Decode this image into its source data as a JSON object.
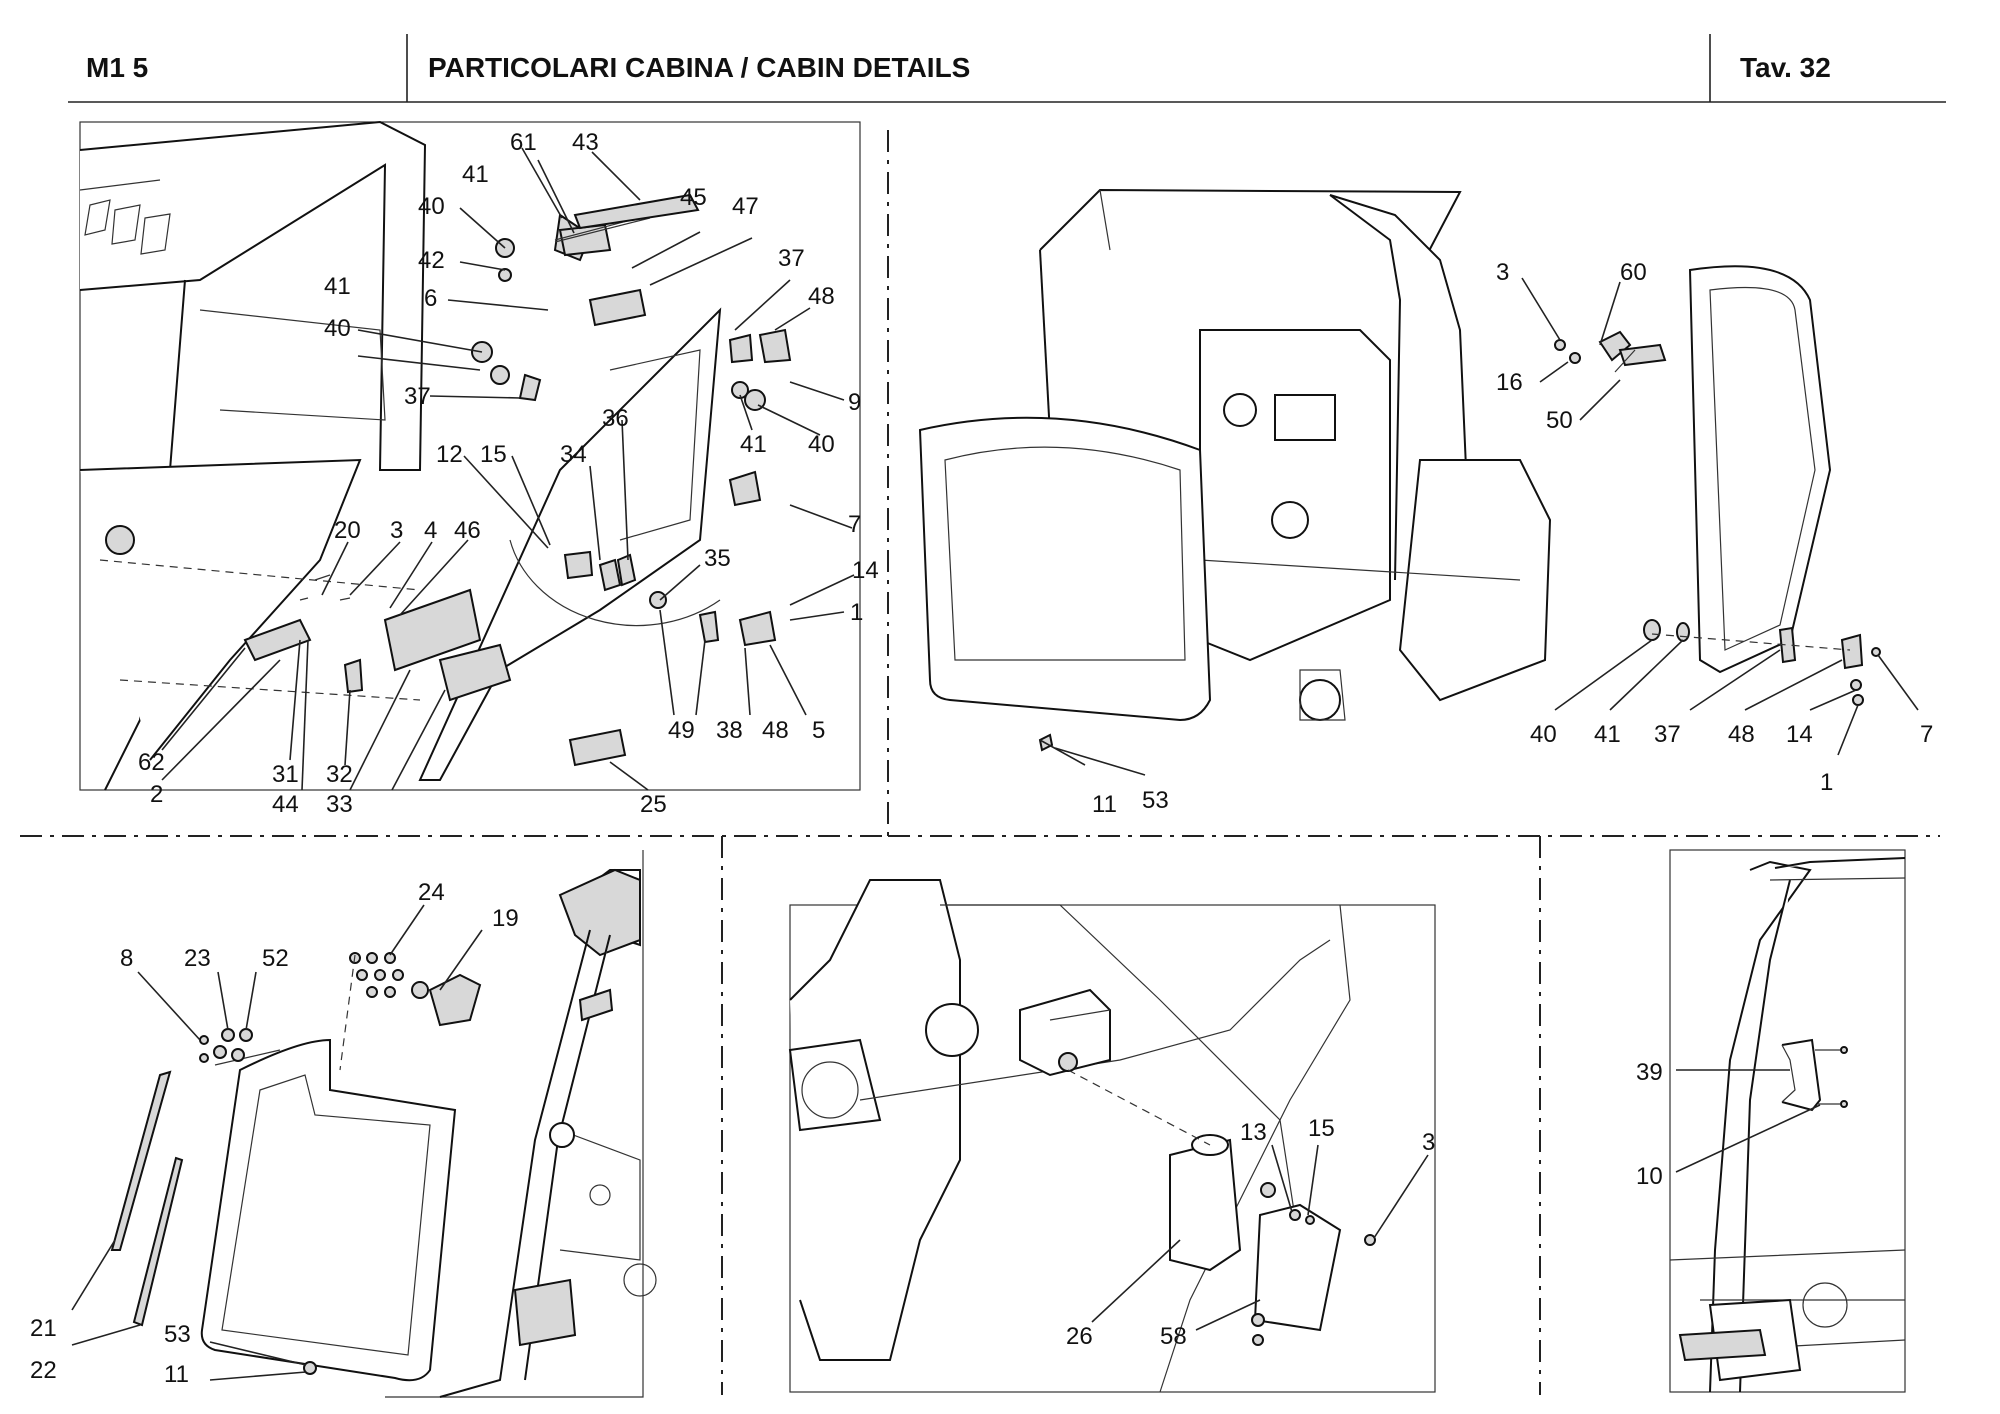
{
  "header": {
    "model": "M1 5",
    "title": "PARTICOLARI CABINA / CABIN DETAILS",
    "table": "Tav.  32"
  },
  "callouts": {
    "p1": [
      "61",
      "43",
      "41",
      "45",
      "47",
      "40",
      "42",
      "37",
      "48",
      "6",
      "41",
      "40",
      "37",
      "9",
      "41",
      "40",
      "36",
      "12",
      "15",
      "34",
      "7",
      "35",
      "20",
      "3",
      "4",
      "46",
      "14",
      "1",
      "62",
      "2",
      "31",
      "44",
      "32",
      "33",
      "49",
      "38",
      "48",
      "5",
      "25"
    ],
    "p2": [
      "3",
      "60",
      "16",
      "50",
      "40",
      "41",
      "37",
      "48",
      "14",
      "7",
      "1",
      "11",
      "53"
    ],
    "p3": [
      "24",
      "19",
      "8",
      "23",
      "52",
      "21",
      "22",
      "53",
      "11"
    ],
    "p4": [
      "13",
      "15",
      "3",
      "26",
      "58"
    ],
    "p5": [
      "39",
      "10"
    ]
  }
}
